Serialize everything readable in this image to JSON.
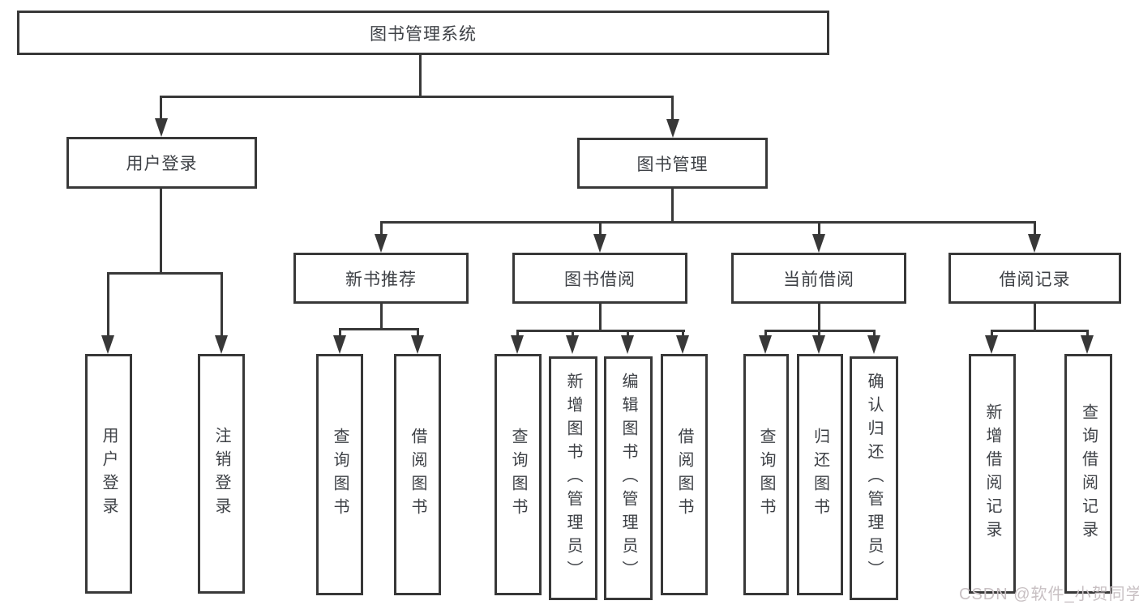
{
  "colors": {
    "line": "#383838",
    "text": "#3e4146",
    "background": "#ffffff",
    "watermark": "#c8c0c3"
  },
  "watermark": {
    "text": "CSDN @软件_小贺同学"
  },
  "tree": {
    "root": {
      "label": "图书管理系统",
      "children": [
        {
          "label": "用户登录",
          "children": [
            {
              "label": "用户登录"
            },
            {
              "label": "注销登录"
            }
          ]
        },
        {
          "label": "图书管理",
          "children": [
            {
              "label": "新书推荐",
              "children": [
                {
                  "label": "查询图书"
                },
                {
                  "label": "借阅图书"
                }
              ]
            },
            {
              "label": "图书借阅",
              "children": [
                {
                  "label": "查询图书"
                },
                {
                  "label": "新增图书（管理员）"
                },
                {
                  "label": "编辑图书（管理员）"
                },
                {
                  "label": "借阅图书"
                }
              ]
            },
            {
              "label": "当前借阅",
              "children": [
                {
                  "label": "查询图书"
                },
                {
                  "label": "归还图书"
                },
                {
                  "label": "确认归还（管理员）"
                }
              ]
            },
            {
              "label": "借阅记录",
              "children": [
                {
                  "label": "新增借阅记录"
                },
                {
                  "label": "查询借阅记录"
                }
              ]
            }
          ]
        }
      ]
    }
  }
}
